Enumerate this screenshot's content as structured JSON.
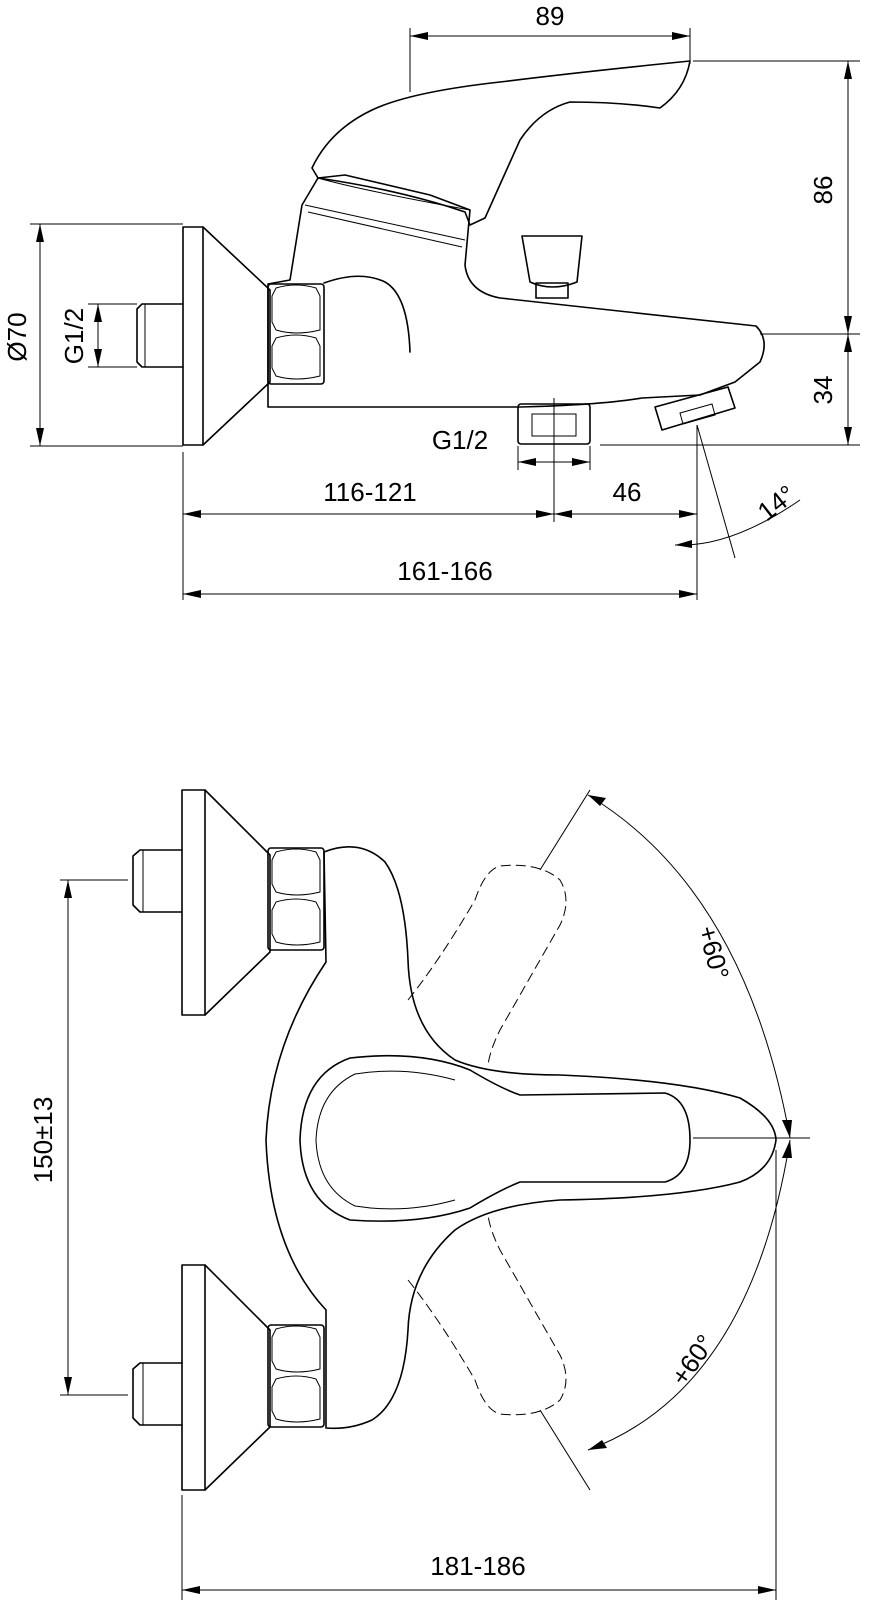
{
  "side_view": {
    "dim_top_width": "89",
    "dim_height_lever": "86",
    "dim_spout_height": "34",
    "dim_flange_diameter": "Ø70",
    "dim_inlet_thread": "G1/2",
    "dim_outlet_thread": "G1/2",
    "dim_wall_to_outlet": "116-121",
    "dim_outlet_to_spout": "46",
    "dim_wall_to_spout": "161-166",
    "dim_spout_angle": "14°"
  },
  "top_view": {
    "dim_inlet_spacing": "150±13",
    "dim_lever_angle_up": "+60°",
    "dim_lever_angle_down": "+60°",
    "dim_total_depth": "181-186"
  },
  "colors": {
    "line": "#000000",
    "background": "#ffffff"
  }
}
